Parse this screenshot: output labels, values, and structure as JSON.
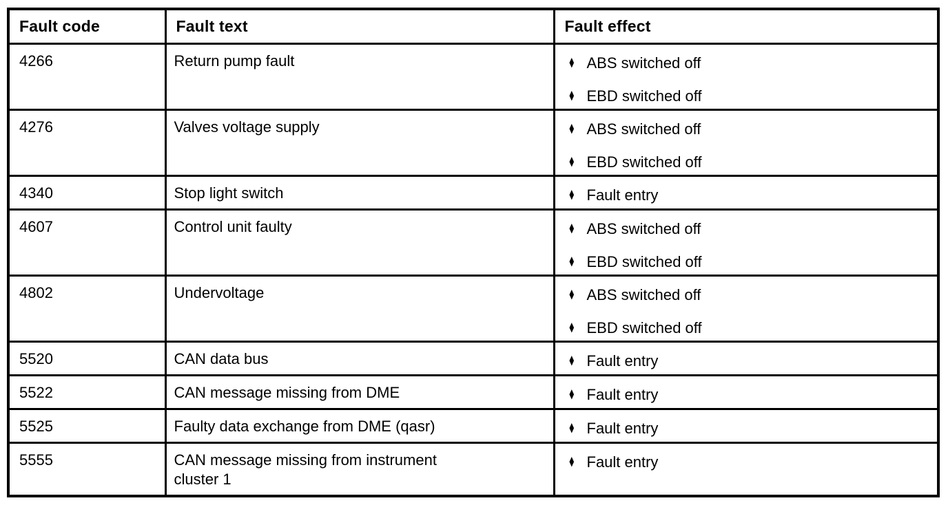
{
  "table": {
    "colors": {
      "border": "#000000",
      "text": "#000000",
      "background": "#ffffff"
    },
    "bullet_glyph": "♦",
    "columns": [
      {
        "label": "Fault code"
      },
      {
        "label": "Fault text"
      },
      {
        "label": "Fault effect"
      }
    ],
    "rows": [
      {
        "code": "4266",
        "text": "Return pump fault",
        "effects": [
          "ABS switched off",
          "EBD switched off"
        ]
      },
      {
        "code": "4276",
        "text": "Valves voltage supply",
        "effects": [
          "ABS switched off",
          "EBD switched off"
        ]
      },
      {
        "code": "4340",
        "text": "Stop light switch",
        "effects": [
          "Fault entry"
        ]
      },
      {
        "code": "4607",
        "text": "Control unit faulty",
        "effects": [
          "ABS switched off",
          "EBD switched off"
        ]
      },
      {
        "code": "4802",
        "text": "Undervoltage",
        "effects": [
          "ABS switched off",
          "EBD switched off"
        ]
      },
      {
        "code": "5520",
        "text": "CAN data bus",
        "effects": [
          "Fault entry"
        ]
      },
      {
        "code": "5522",
        "text": "CAN message missing from DME",
        "effects": [
          "Fault entry"
        ]
      },
      {
        "code": "5525",
        "text": "Faulty data exchange from DME (qasr)",
        "effects": [
          "Fault entry"
        ]
      },
      {
        "code": "5555",
        "text": "CAN message missing from instrument cluster 1",
        "effects": [
          "Fault entry"
        ]
      }
    ]
  }
}
